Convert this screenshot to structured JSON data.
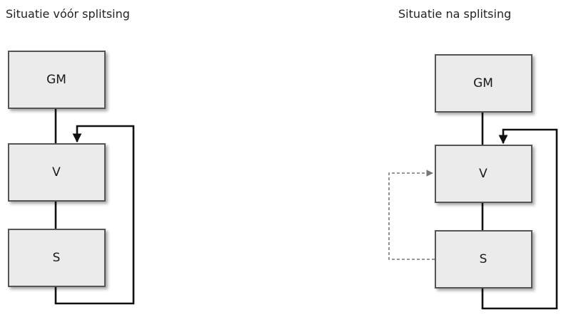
{
  "left_panel": {
    "title": "Situatie vóór splitsing",
    "boxes": {
      "top": "GM",
      "middle": "V",
      "bottom": "S"
    }
  },
  "right_panel": {
    "title": "Situatie na splitsing",
    "boxes": {
      "top": "GM",
      "middle": "V",
      "bottom": "S"
    }
  },
  "colors": {
    "box_fill": "#ebebeb",
    "box_border": "#555555",
    "connector": "#111111",
    "dashed_connector": "#777777"
  }
}
